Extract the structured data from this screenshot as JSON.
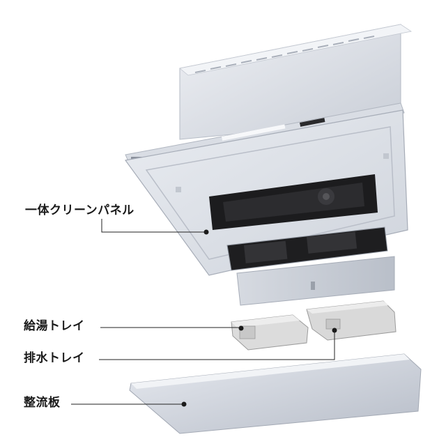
{
  "diagram": {
    "callouts": [
      {
        "id": "panel",
        "label": "一体クリーンパネル"
      },
      {
        "id": "supply",
        "label": "給湯トレイ"
      },
      {
        "id": "drain",
        "label": "排水トレイ"
      },
      {
        "id": "baffle",
        "label": "整流板"
      }
    ]
  },
  "colors": {
    "hood_light": "#e3e6ec",
    "hood_mid": "#c9ced7",
    "hood_dark": "#aeb4bf",
    "opening": "#1c1c1e",
    "tray": "#dcdcdc",
    "line": "#222222"
  }
}
